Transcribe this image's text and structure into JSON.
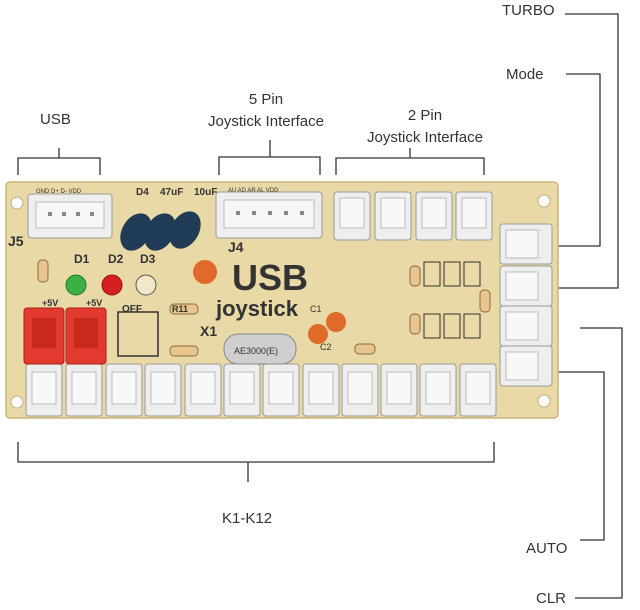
{
  "callouts": {
    "usb": "USB",
    "five_pin_line1": "5 Pin",
    "five_pin_line2": "Joystick Interface",
    "two_pin_line1": "2 Pin",
    "two_pin_line2": "Joystick Interface",
    "turbo": "TURBO",
    "mode": "Mode",
    "auto": "AUTO",
    "clr": "CLR",
    "k1_k12": "K1-K12"
  },
  "board": {
    "title": "USB",
    "subtitle": "joystick",
    "j5": "J5",
    "j4": "J4",
    "d1": "D1",
    "d2": "D2",
    "d3": "D3",
    "d4": "D4",
    "x1": "X1",
    "r11": "R11",
    "c1": "C1",
    "c2": "C2",
    "off": "OFF",
    "plus5v_a": "+5V",
    "plus5v_b": "+5V",
    "cap_47uf": "47uF",
    "cap_10uf": "10uF",
    "usb_pins": "GND D+ D- VDD",
    "joy_pins": "AU AD AR AL VDD",
    "crystal": "AE3000(E)"
  },
  "colors": {
    "pcb": "#e9d9a6",
    "connector": "#eeeeee",
    "red_connector": "#e23a2f",
    "led_green": "#3cb043",
    "led_red": "#d62020",
    "capacitor": "#1f3b55",
    "ceramic_cap": "#e06a2a"
  }
}
